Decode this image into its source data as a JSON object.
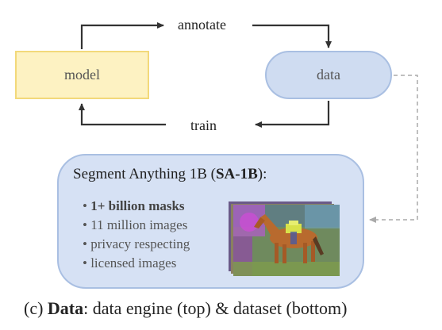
{
  "engine": {
    "model_label": "model",
    "data_label": "data",
    "annotate_label": "annotate",
    "train_label": "train"
  },
  "dataset": {
    "title_prefix": "Segment Anything 1B (",
    "title_bold": "SA-1B",
    "title_suffix": "):",
    "bullet_glyph": "•",
    "bullets": [
      "1+ billion masks",
      "11 million images",
      "privacy respecting",
      "licensed images"
    ]
  },
  "caption": {
    "prefix": "(c) ",
    "bold": "Data",
    "rest": ": data engine (top) & dataset (bottom)"
  },
  "colors": {
    "model_fill": "#fdf2c2",
    "model_border": "#f2d97a",
    "data_fill": "#cfdcf1",
    "data_border": "#a9bfe2",
    "arrow": "#333333",
    "dashed_arrow": "#aaaaaa"
  }
}
